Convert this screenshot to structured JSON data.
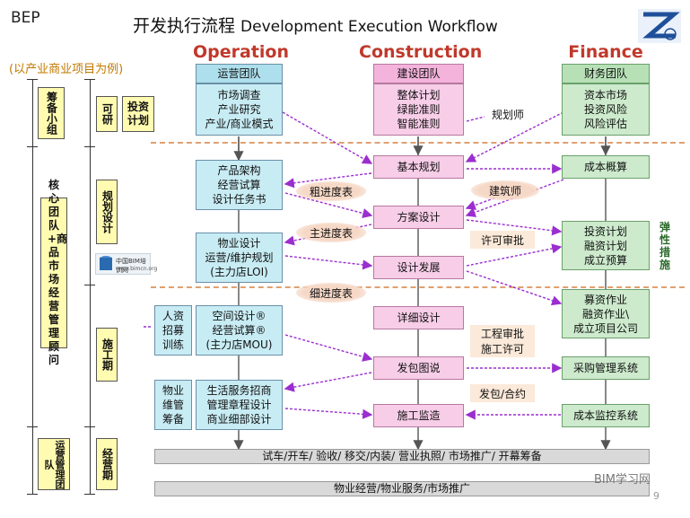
{
  "bep": "BEP",
  "title": "开发执行流程",
  "title_en": "Development Execution Workflow",
  "subtitle": "(以产业商业项目为例)",
  "columns": {
    "operation": "Operation",
    "construction": "Construction",
    "finance": "Finance"
  },
  "left_phases": {
    "prep_group": "筹备小组",
    "core_team": "核心团队+商品市场经营管理顾问",
    "ops_team": "运营管理团队"
  },
  "mid_phases": {
    "feasibility": "可研",
    "investment_plan": "投资计划",
    "planning_design": "规划设计",
    "construction_period": "施工期",
    "operation_period": "经营期"
  },
  "operation": {
    "header": "运营团队",
    "b1": [
      "市场调查",
      "产业研究",
      "产业/商业模式"
    ],
    "b2": [
      "产品架构",
      "经营试算",
      "设计任务书"
    ],
    "b3": [
      "物业设计",
      "运营/维护规划",
      "(主力店LOI)"
    ],
    "b4_left": [
      "人资",
      "招募",
      "训练"
    ],
    "b4_right": [
      "空间设计®",
      "经营试算®",
      "(主力店MOU)"
    ],
    "b5_left": [
      "物业",
      "维管",
      "筹备"
    ],
    "b5_right": [
      "生活服务招商",
      "管理章程设计",
      "商业细部设计"
    ]
  },
  "construction": {
    "header": "建设团队",
    "b1": [
      "整体计划",
      "绿能准则",
      "智能准则"
    ],
    "basic_plan": "基本规划",
    "scheme_design": "方案设计",
    "design_dev": "设计发展",
    "detail_design": "详细设计",
    "bid_drawing": "发包图说",
    "supervision": "施工监造"
  },
  "finance": {
    "header": "财务团队",
    "b1": [
      "资本市场",
      "投资风险",
      "风险评估"
    ],
    "cost_estimate": "成本概算",
    "b3": [
      "投资计划",
      "融资计划",
      "成立预算"
    ],
    "b4": [
      "募资作业",
      "融资作业\\",
      "成立项目公司"
    ],
    "procurement": "采购管理系统",
    "cost_control": "成本监控系统",
    "flex": "弹性措施"
  },
  "tags": {
    "planner": "规划师",
    "rough_schedule": "粗进度表",
    "architect": "建筑师",
    "master_schedule": "主进度表",
    "permit": "许可审批",
    "detail_schedule": "细进度表",
    "engineering_approval": [
      "工程审批",
      "施工许可"
    ],
    "contract": "发包/合约"
  },
  "bands": {
    "band1": "试车/开车/ 验收/ 移交/内装/ 营业执照/ 市场推广/ 开幕筹备",
    "band2": "物业经营/物业服务/市场推广"
  },
  "bim_logo": {
    "line1": "中国BIM培训网",
    "line2": "www.bimcn.org"
  },
  "watermark": "BIM学习网",
  "page_number": "9"
}
